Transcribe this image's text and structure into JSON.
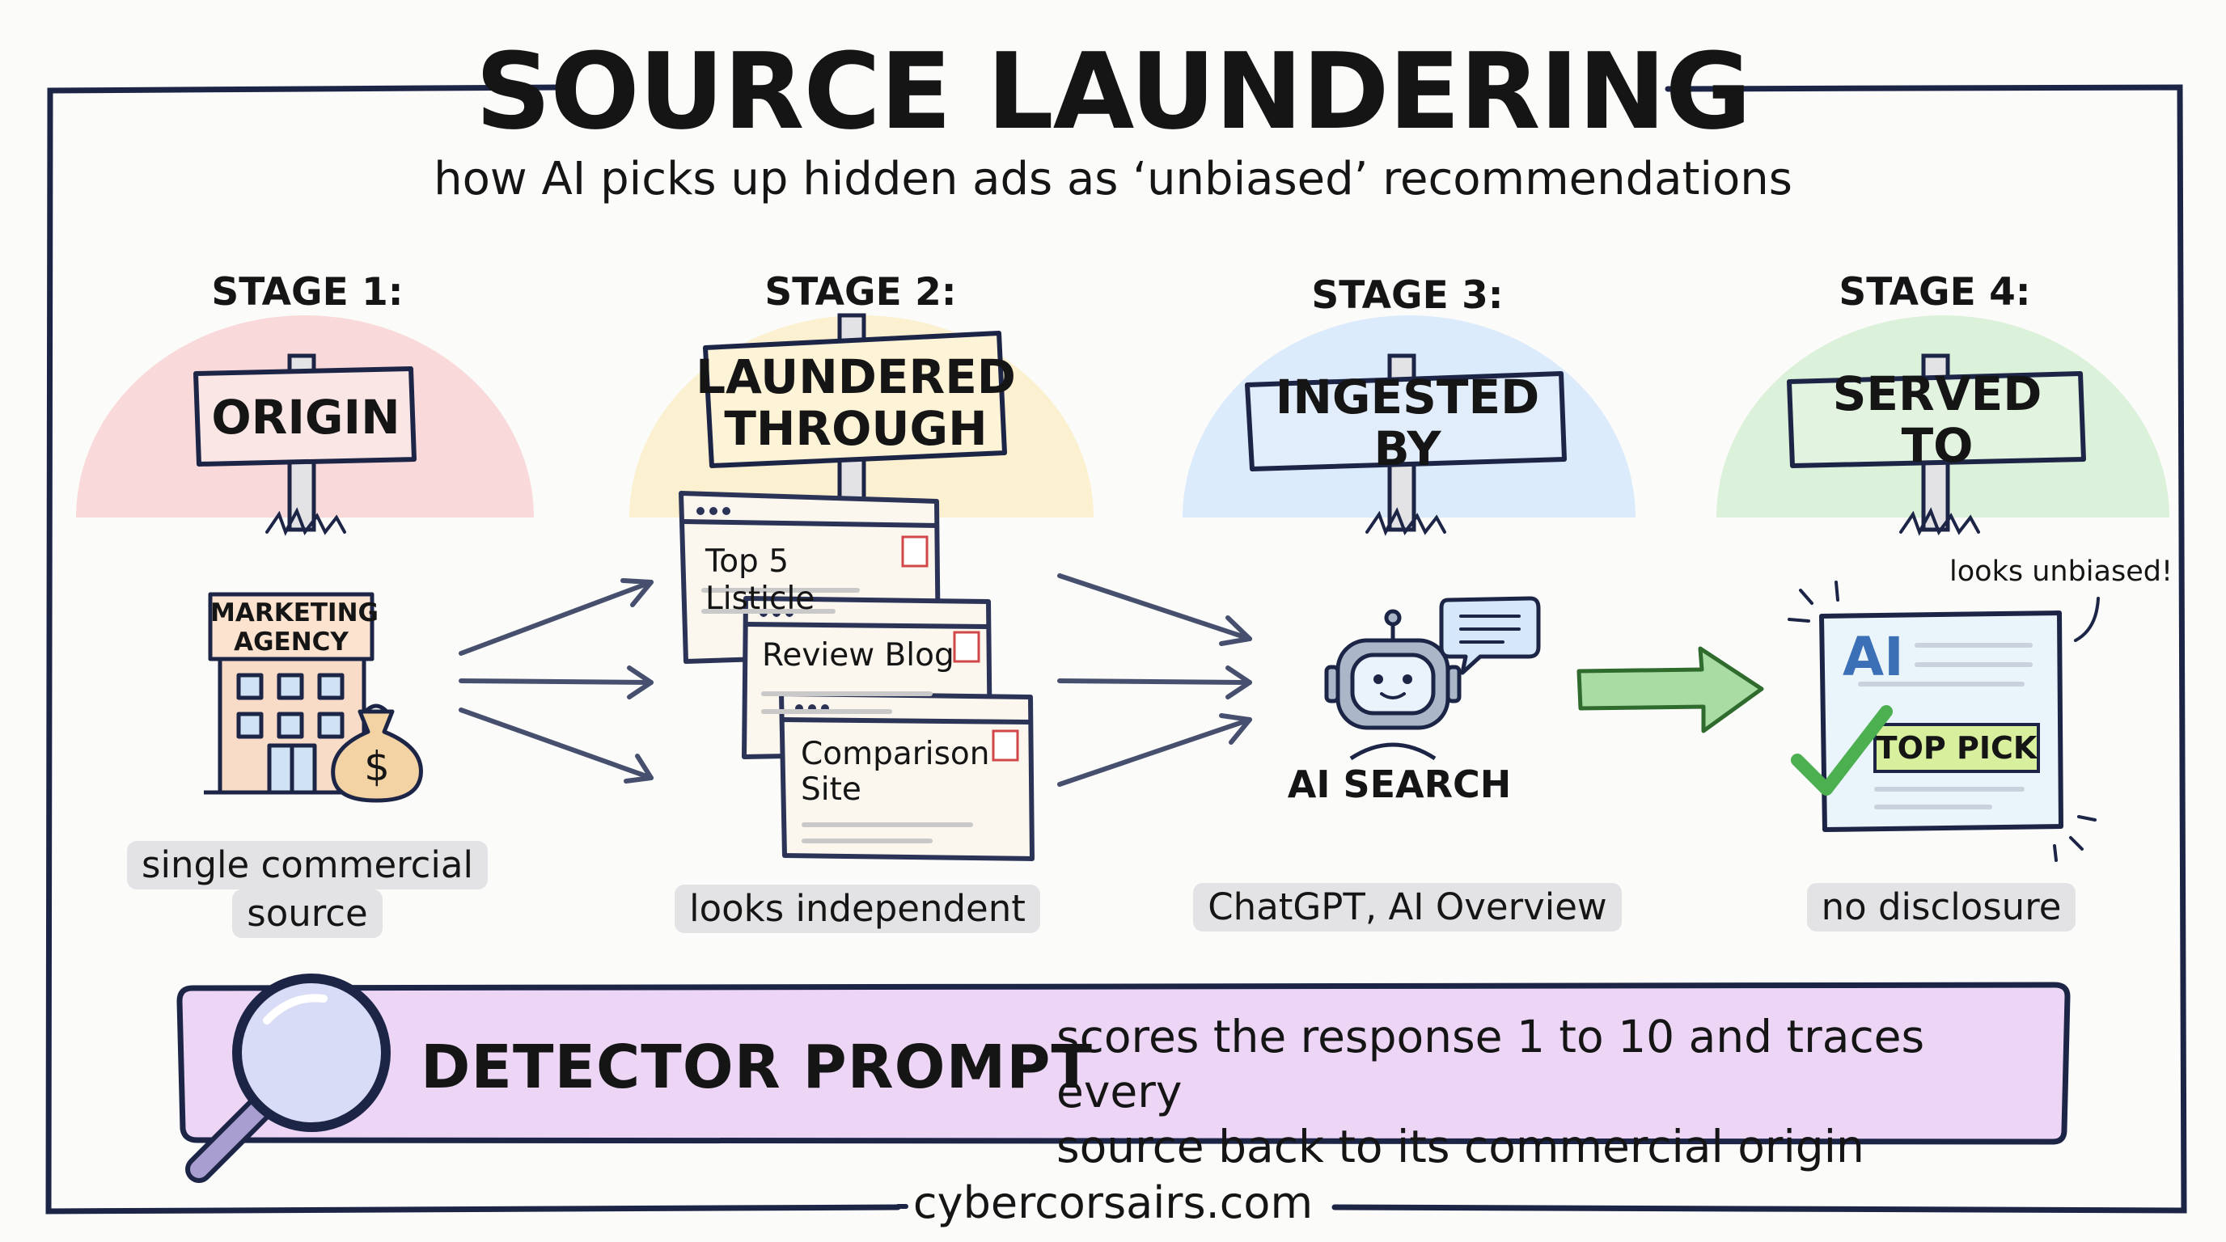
{
  "header": {
    "title": "SOURCE LAUNDERING",
    "subtitle": "how AI picks up hidden ads as ‘unbiased’ recommendations"
  },
  "stages": [
    {
      "label": "STAGE 1:",
      "sign_line1": "ORIGIN",
      "sign_line2": "",
      "building_line1": "MARKETING",
      "building_line2": "AGENCY",
      "money_symbol": "$",
      "caption_line1": "single commercial",
      "caption_line2": "source",
      "color": "#f9d9d9"
    },
    {
      "label": "STAGE 2:",
      "sign_line1": "LAUNDERED",
      "sign_line2": "THROUGH",
      "windows": [
        "Top 5 Listicle",
        "Review Blog",
        "Comparison",
        "Site"
      ],
      "caption_line1": "looks independent",
      "caption_line2": "",
      "color": "#fbf0cf"
    },
    {
      "label": "STAGE 3:",
      "sign_line1": "INGESTED BY",
      "sign_line2": "",
      "node_label": "AI SEARCH",
      "caption_line1": "ChatGPT, AI Overview",
      "caption_line2": "",
      "color": "#dcebfb"
    },
    {
      "label": "STAGE 4:",
      "sign_line1": "SERVED TO",
      "sign_line2": "",
      "card_ai": "AI",
      "card_badge": "TOP PICK",
      "callout": "looks unbiased!",
      "caption_line1": "no disclosure",
      "caption_line2": "",
      "color": "#dcf1d9"
    }
  ],
  "detector": {
    "label": "DETECTOR PROMPT",
    "description_line1": "scores the response 1 to 10 and traces every",
    "description_line2": "source back to its commercial origin",
    "color": "#ecd5f5"
  },
  "footer": {
    "site": "cybercorsairs.com"
  },
  "colors": {
    "ink": "#1d2547",
    "arrow": "#46506e",
    "green_arrow": "#a8dca3",
    "check": "#4caf50",
    "window_border": "#2b3356",
    "window_bg": "#fbf7ee"
  }
}
